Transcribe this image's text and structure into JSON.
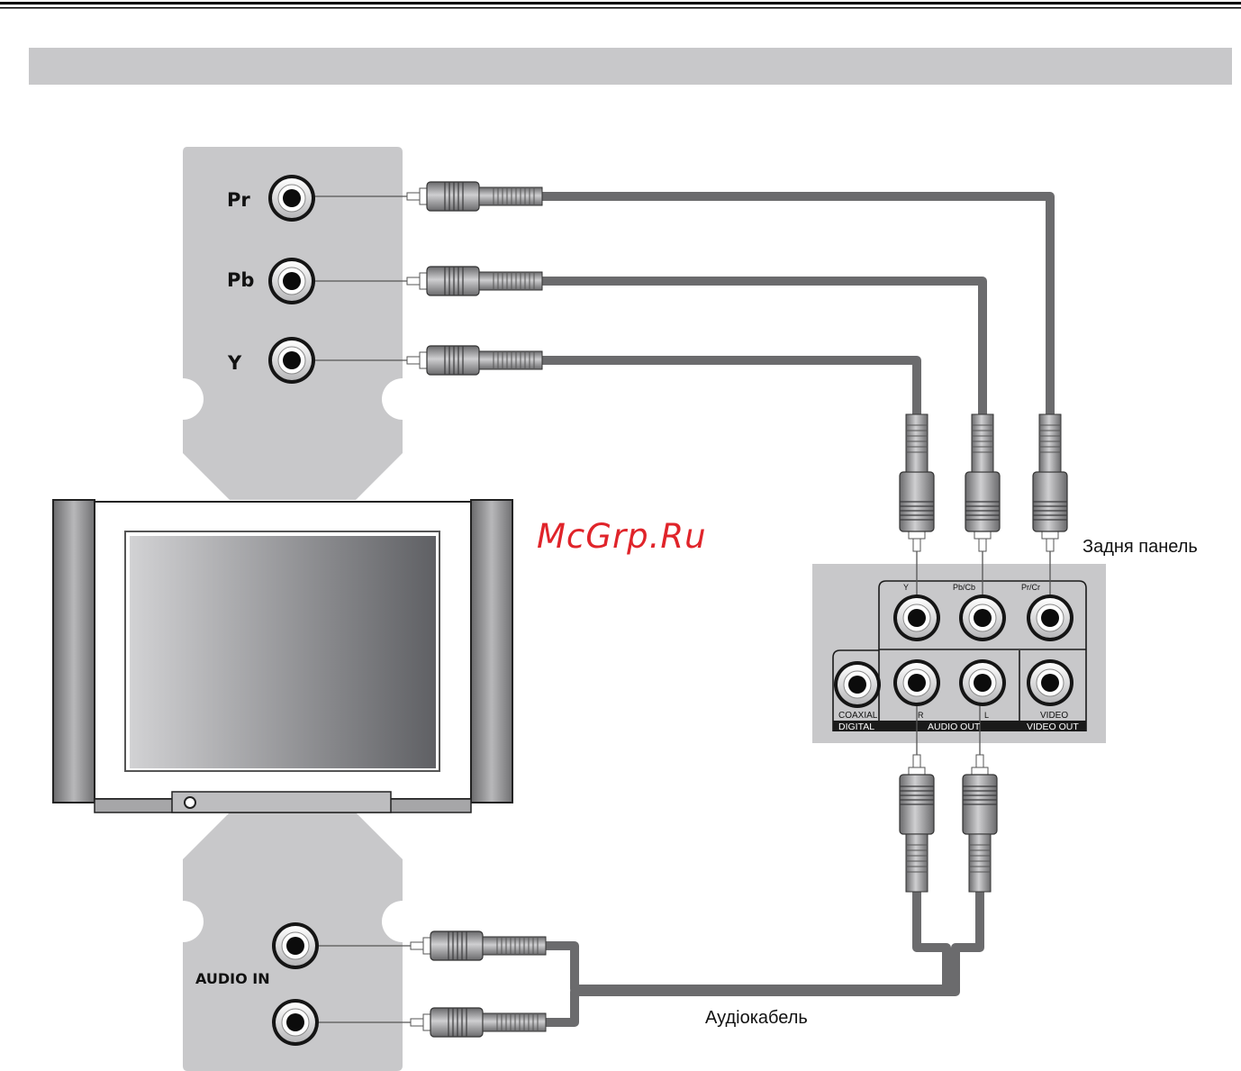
{
  "labels": {
    "tv_inputs": {
      "pr": "Pr",
      "pb": "Pb",
      "y": "Y"
    },
    "tv_audio_in": "AUDIO IN",
    "player_top_jacks": {
      "y": "Y",
      "pb_cb": "Pb/Cb",
      "pr_cr": "Pr/Cr"
    },
    "player_bottom_jacks": {
      "coaxial": "COAXIAL",
      "r": "R",
      "l": "L",
      "video": "VIDEO"
    },
    "player_sections": {
      "digital": "DIGITAL",
      "audio_out": "AUDIO OUT",
      "video_out": "VIDEO OUT"
    },
    "rear_panel": "Задня панель",
    "audio_cable": "Аудіокабель",
    "watermark": "McGrp.Ru"
  },
  "colors": {
    "header_bar": "#c8c8ca",
    "panel_gray": "#c8c8ca",
    "cable": "#6b6b6d",
    "tv_frame": "#a6a6a8",
    "watermark": "#e0242a"
  }
}
